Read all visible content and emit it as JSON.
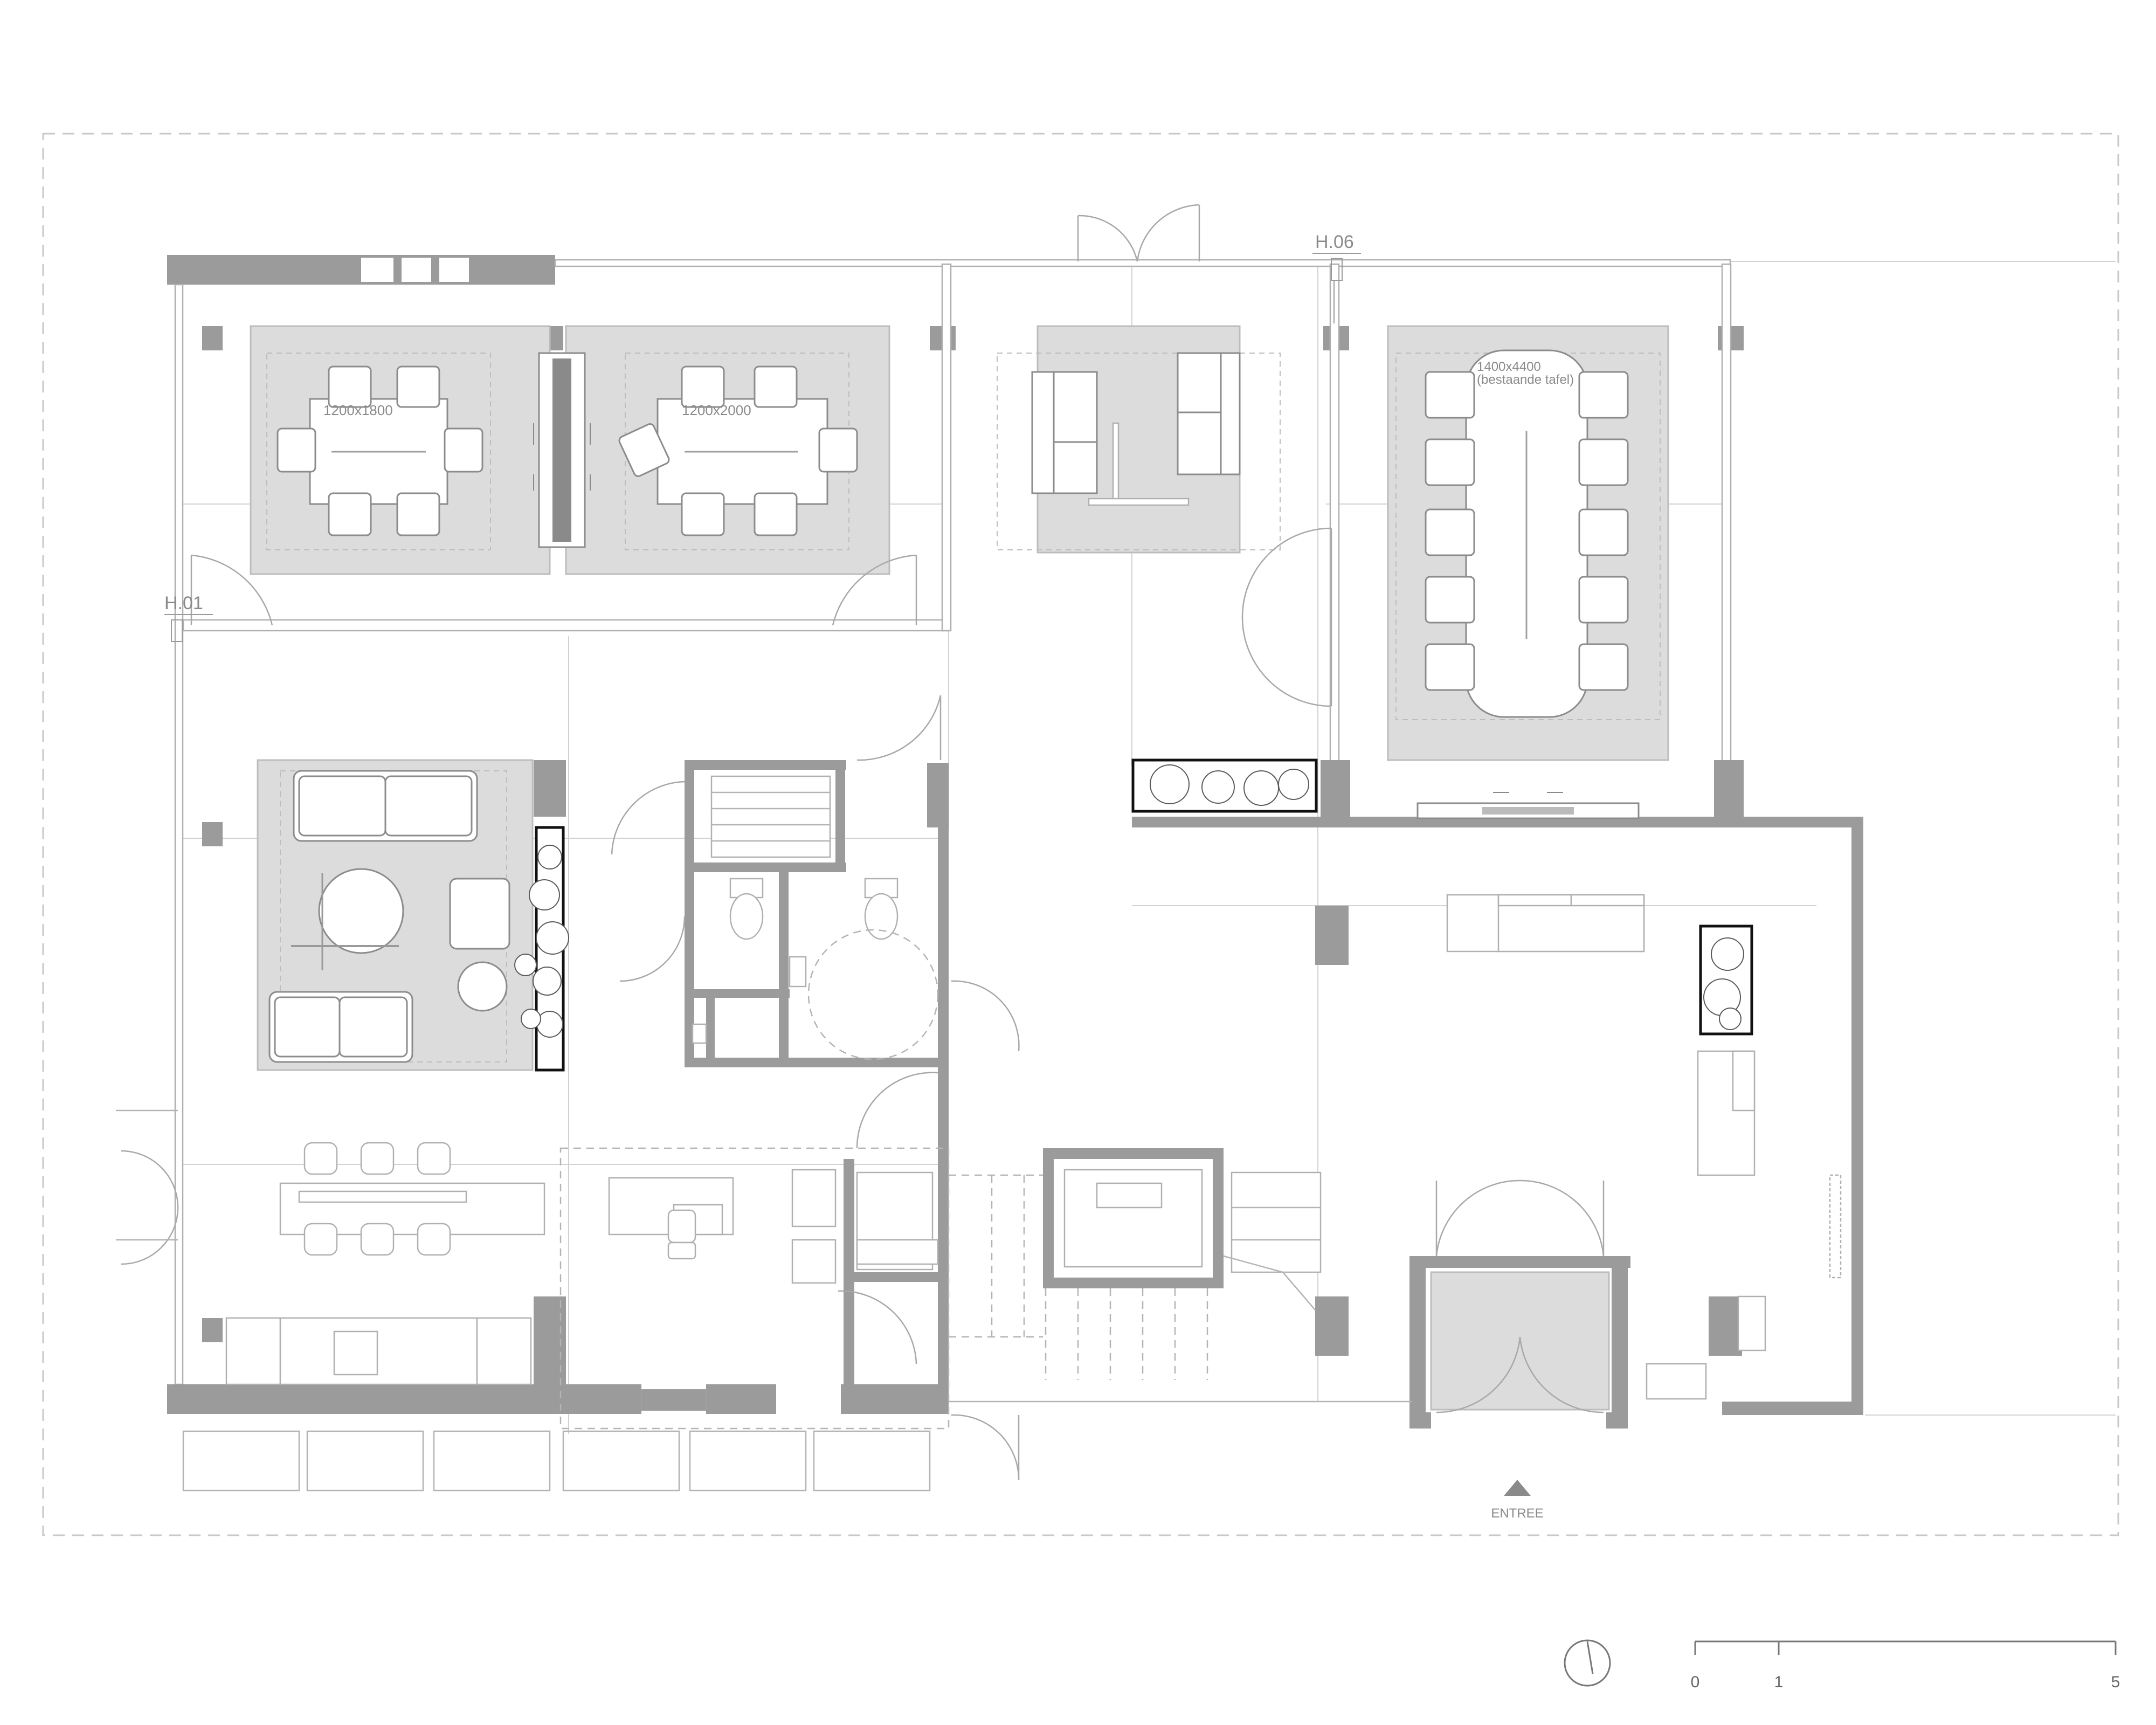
{
  "drawing": {
    "type": "floor-plan",
    "colors": {
      "wall": "#9b9b9b",
      "rug": "#dcdcdc",
      "line": "#b4b4b4",
      "planter": "#111111"
    }
  },
  "markers": {
    "h01": "H.01",
    "h06": "H.06"
  },
  "tables": {
    "meeting_a": "1200x1800",
    "meeting_b": "1200x2000",
    "board_line1": "1400x4400",
    "board_line2": "(bestaande tafel)"
  },
  "entrance": {
    "label": "ENTREE"
  },
  "scale_bar": {
    "ticks": [
      "0",
      "1",
      "5"
    ]
  }
}
